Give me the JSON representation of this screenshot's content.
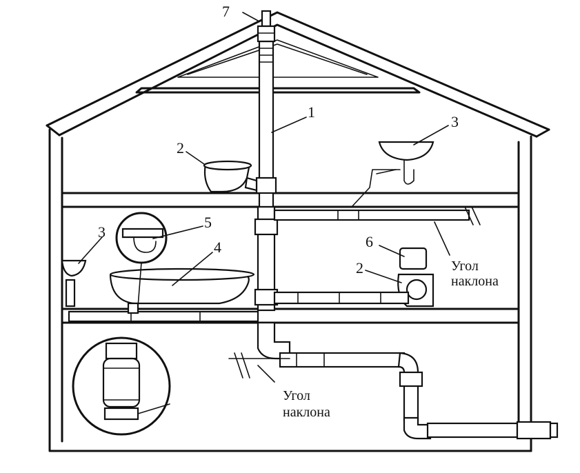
{
  "labels": {
    "n1": "1",
    "n2a": "2",
    "n2b": "2",
    "n3a": "3",
    "n3b": "3",
    "n4": "4",
    "n5": "5",
    "n6": "6",
    "n7": "7",
    "slope_upper_line1": "Угол",
    "slope_upper_line2": "наклона",
    "slope_lower_line1": "Угол",
    "slope_lower_line2": "наклона"
  }
}
